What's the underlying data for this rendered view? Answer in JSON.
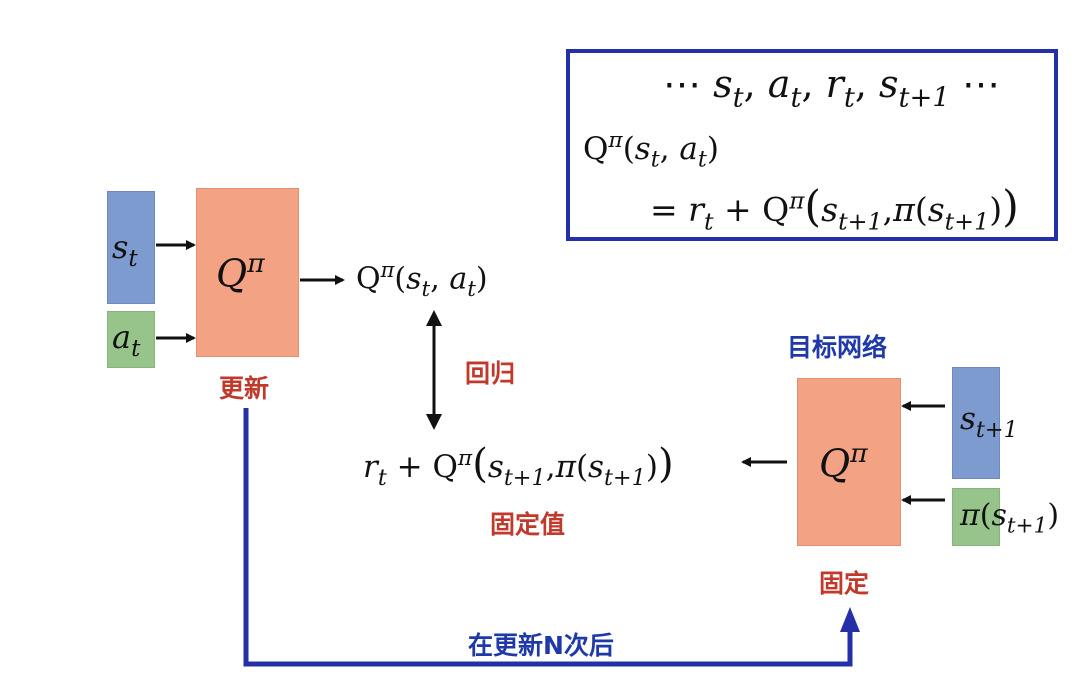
{
  "formula_box": {
    "line1_dots_left": "⋯",
    "line1_s": "s",
    "line1_t": "t",
    "line1_comma1": ",",
    "line1_a": "a",
    "line1_t2": "t",
    "line1_comma2": ",",
    "line1_r": "r",
    "line1_t3": "t",
    "line1_comma3": ",",
    "line1_s2": "s",
    "line1_t4": "t+1",
    "line1_dots_right": "⋯",
    "line2_Q": "Q",
    "line2_pi": "π",
    "line2_open": "(",
    "line2_s": "s",
    "line2_t": "t",
    "line2_comma": ",",
    "line2_a": "a",
    "line2_t2": "t",
    "line2_close": ")",
    "line3_eq": "=",
    "line3_r": "r",
    "line3_t": "t",
    "line3_plus": "+",
    "line3_Q": "Q",
    "line3_pi": "π",
    "line3_open": "(",
    "line3_s": "s",
    "line3_t1": "t+1",
    "line3_comma": ",",
    "line3_pi2": "π",
    "line3_open2": "(",
    "line3_s2": "s",
    "line3_t2": "t+1",
    "line3_close2": ")",
    "line3_close": ")"
  },
  "left": {
    "s_sym": "s",
    "s_sub": "t",
    "a_sym": "a",
    "a_sub": "t",
    "q_sym": "Q",
    "q_sup": "π",
    "update_label": "更新",
    "output_Q": "Q",
    "output_pi": "π",
    "output_open": "(",
    "output_s": "s",
    "output_t": "t",
    "output_comma": ",",
    "output_a": "a",
    "output_t2": "t",
    "output_close": ")"
  },
  "middle": {
    "regression_label": "回归",
    "target_r": "r",
    "target_t": "t",
    "target_plus": "+",
    "target_Q": "Q",
    "target_pi": "π",
    "target_open": "(",
    "target_s": "s",
    "target_t1": "t+1",
    "target_comma": ",",
    "target_pi2": "π",
    "target_open2": "(",
    "target_s2": "s",
    "target_t2": "t+1",
    "target_close2": ")",
    "target_close": ")",
    "fixed_value_label": "固定值"
  },
  "right": {
    "target_network_label": "目标网络",
    "q_sym": "Q",
    "q_sup": "π",
    "fixed_label": "固定",
    "s_sym": "s",
    "s_sub": "t+1",
    "pi_sym": "π",
    "pi_open": "(",
    "pi_s": "s",
    "pi_sub": "t+1",
    "pi_close": ")"
  },
  "bottom": {
    "after_n_updates_label": "在更新N次后"
  },
  "colors": {
    "state_block": "#7e9bcf",
    "action_block": "#96c48a",
    "network_block": "#f3a283",
    "red_label": "#c0392b",
    "blue_label": "#1f3aa8",
    "box_border": "#2430a8"
  }
}
